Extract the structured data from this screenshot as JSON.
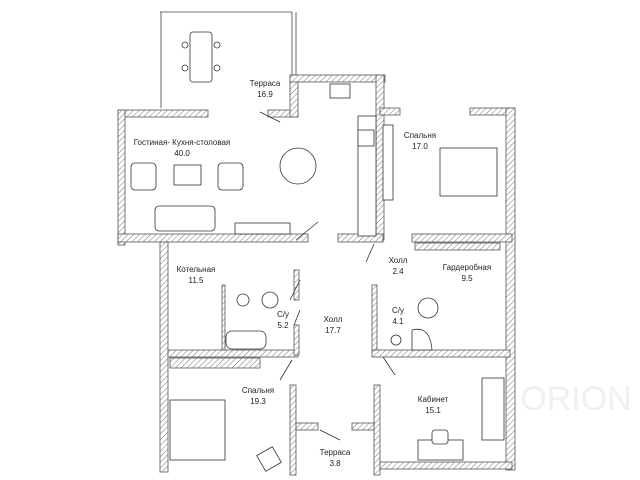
{
  "rooms": [
    {
      "name": "Терраса",
      "area": "16.9"
    },
    {
      "name": "Гостиная- Кухня-столовая",
      "area": "40.0"
    },
    {
      "name": "Спальня",
      "area": "17.0"
    },
    {
      "name": "Котельная",
      "area": "11.5"
    },
    {
      "name": "Холл",
      "area": "2.4"
    },
    {
      "name": "Гардеробная",
      "area": "9.5"
    },
    {
      "name": "С/у",
      "area": "5.2"
    },
    {
      "name": "Холл",
      "area": "17.7"
    },
    {
      "name": "С/у",
      "area": "4.1"
    },
    {
      "name": "Спальня",
      "area": "19.3"
    },
    {
      "name": "Кабинет",
      "area": "15.1"
    },
    {
      "name": "Терраса",
      "area": "3.8"
    }
  ]
}
